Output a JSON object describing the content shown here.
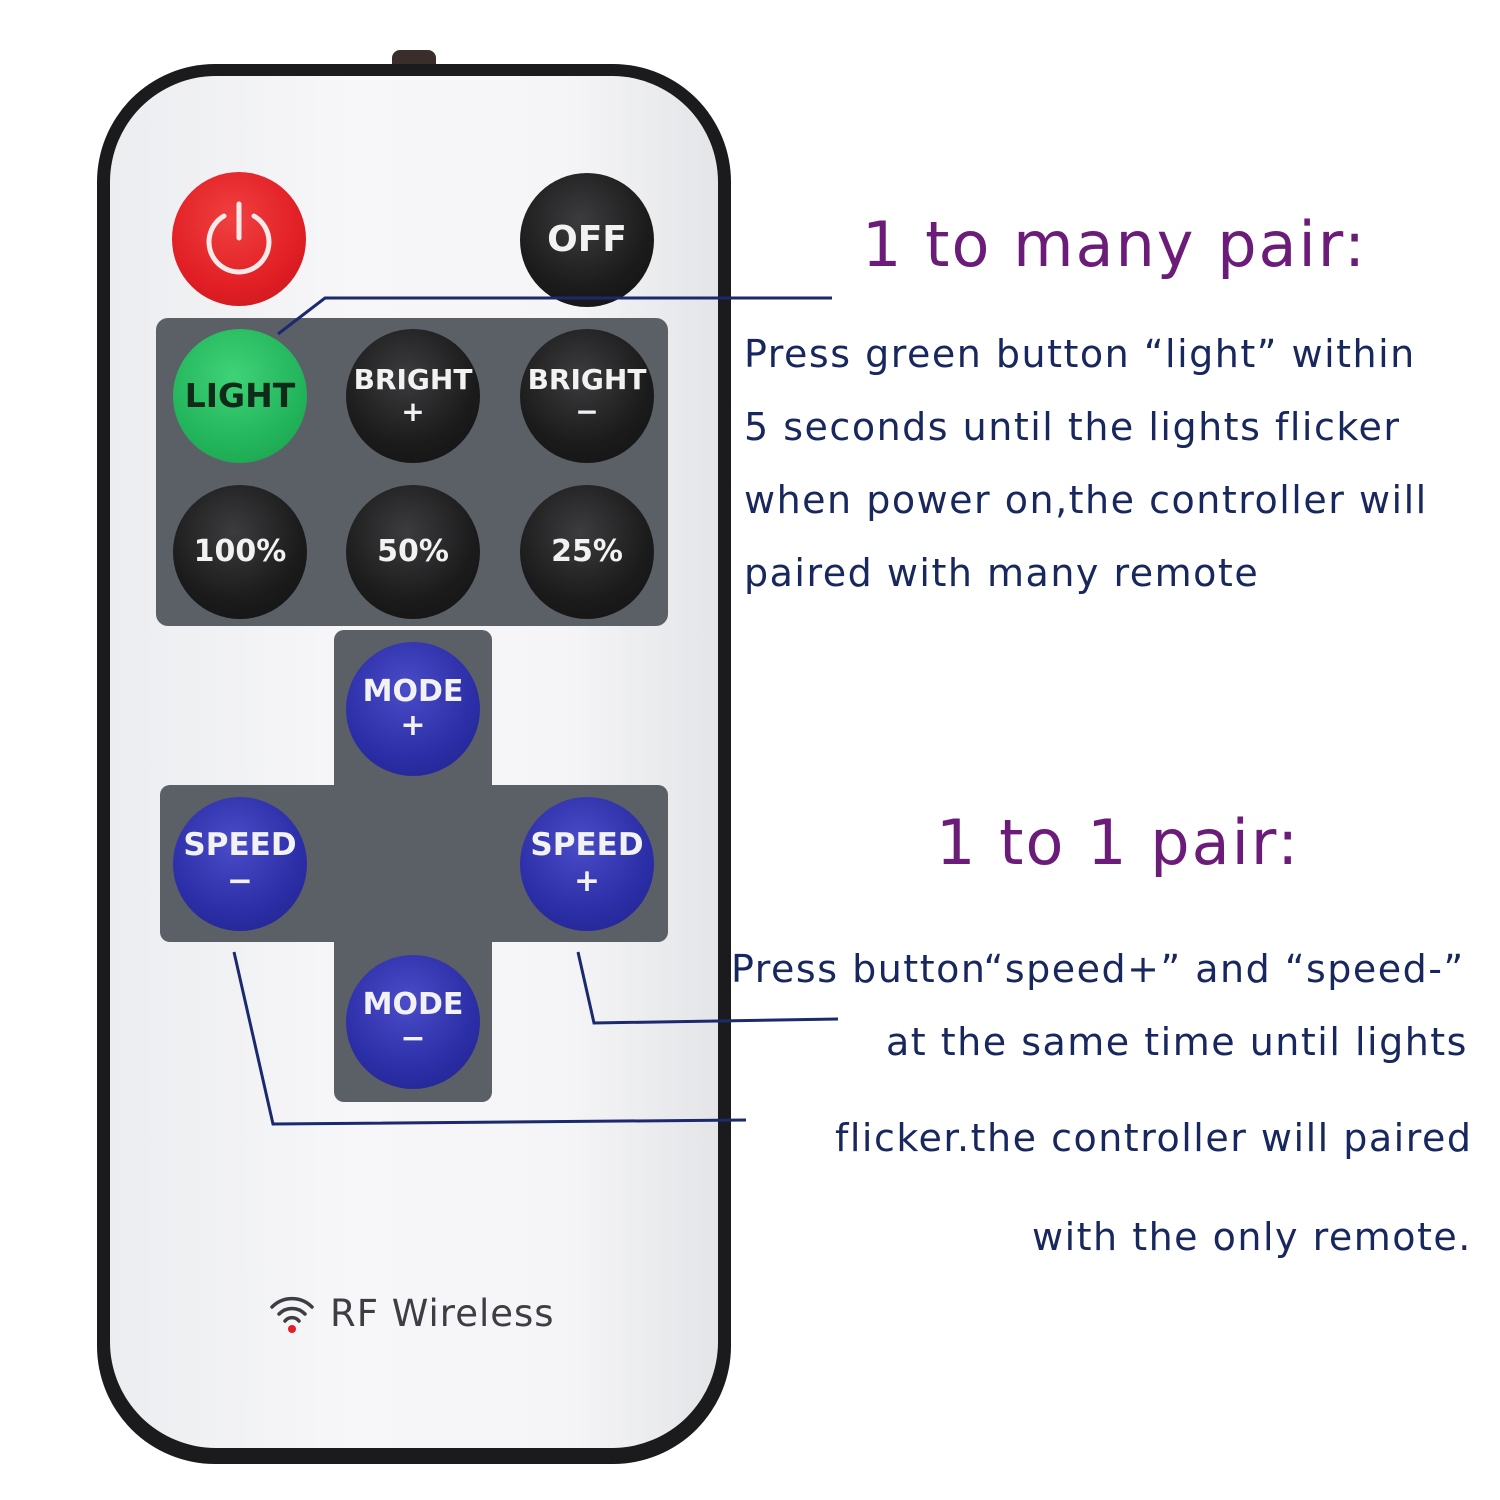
{
  "remote": {
    "top_row": {
      "off": "OFF"
    },
    "panel_buttons": {
      "light": "LIGHT",
      "bright_plus": [
        "BRIGHT",
        "+"
      ],
      "bright_minus": [
        "BRIGHT",
        "−"
      ],
      "pct_100": "100%",
      "pct_50": "50%",
      "pct_25": "25%"
    },
    "cross_buttons": {
      "mode_plus": [
        "MODE",
        "+"
      ],
      "mode_minus": [
        "MODE",
        "−"
      ],
      "speed_minus": [
        "SPEED",
        "−"
      ],
      "speed_plus": [
        "SPEED",
        "+"
      ]
    },
    "footer": {
      "label": "RF Wireless"
    }
  },
  "annotations": {
    "many": {
      "heading": "1 to many pair:",
      "lines": [
        "Press green button “light” within",
        "5 seconds until the lights flicker",
        "when power on,the controller will",
        "paired with many remote"
      ]
    },
    "one": {
      "heading": "1 to 1 pair:",
      "lines": [
        "Press button“speed+” and “speed-”",
        "at the same time until lights",
        "flicker.the controller will paired",
        "with the only remote."
      ]
    }
  },
  "colors": {
    "heading": "#6b1b78",
    "note": "#18275e",
    "leader_line": "#1a2a6c",
    "power_button": "#e11f25",
    "light_button": "#23b55b",
    "mode_speed_buttons": "#2b2ea6",
    "dark_buttons": "#1b1b1c"
  }
}
